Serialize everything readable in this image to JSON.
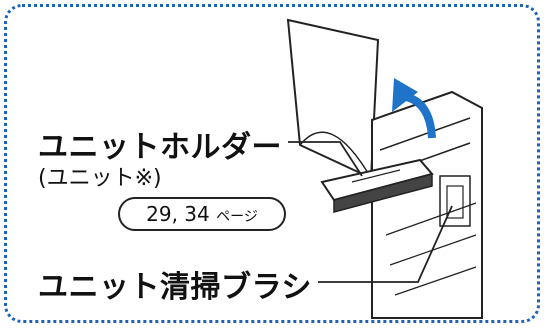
{
  "labels": {
    "holder_title": "ユニットホルダー",
    "holder_sub": "(ユニット※)",
    "page_ref_numbers": "29, 34",
    "page_ref_suffix": "ページ",
    "brush_title": "ユニット清掃ブラシ"
  },
  "colors": {
    "frame_border": "#1e63b8",
    "arrow": "#1f74c9",
    "line": "#222222"
  }
}
